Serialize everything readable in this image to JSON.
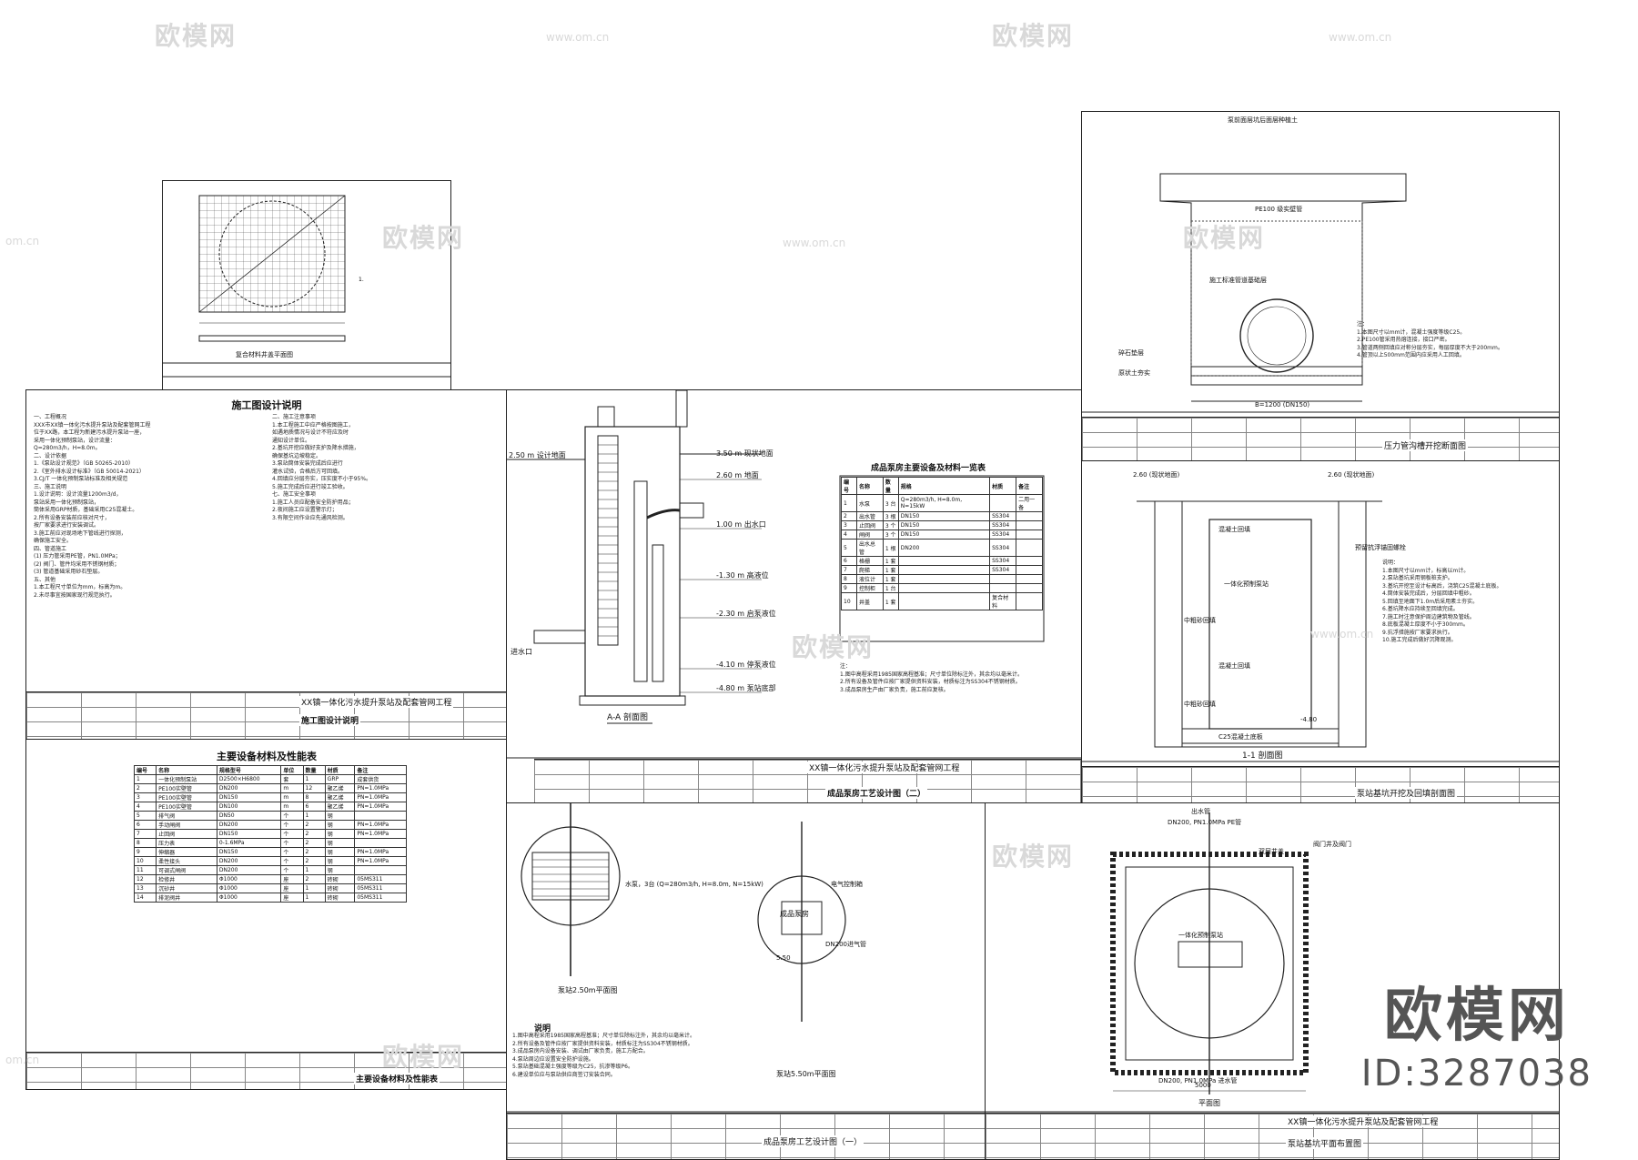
{
  "watermark": {
    "brand": "欧模网",
    "url": "www.om.cn",
    "url_short": "om.cn"
  },
  "logo": {
    "name": "欧模网",
    "id": "ID:3287038"
  },
  "sheet_cover_plate": {
    "label": "复合材料井盖平面图"
  },
  "sheet_design_notes": {
    "title": "施工图设计说明",
    "col1": "一、工程概况\nXXX市XX镇一体化污水提升泵站及配套管网工程\n位于XX路，本工程为新建污水提升泵站一座，\n采用一体化预制泵站，设计流量：\nQ=280m3/h，H=8.0m。\n二、设计依据\n1.《泵站设计规范》（GB 50265-2010）\n2.《室外排水设计标准》（GB 50014-2021）\n3.CJ/T 一体化预制泵站标准及相关规范\n三、施工说明\n1.设计说明：设计流量1200m3/d，\n泵站采用一体化预制泵站，\n筒体采用GRP材质，基础采用C25混凝土。\n2.所有设备安装前应核对尺寸，\n按厂家要求进行安装调试。\n3.施工前应对现场地下管线进行探测，\n确保施工安全。\n四、管道施工\n(1) 压力管采用PE管，PN1.0MPa；\n(2) 阀门、管件均采用不锈钢材质；\n(3) 管道基础采用砂石垫层。\n五、其他\n1.本工程尺寸单位为mm，标高为m。\n2.未尽事宜按国家现行规范执行。",
    "col2": "二、施工注意事项\n1.本工程施工中应严格按图施工，\n如遇地质情况与设计不符应及时\n通知设计单位。\n2.基坑开挖应做好支护及降水措施，\n确保基坑边坡稳定。\n3.泵站筒体安装完成后应进行\n灌水试验，合格后方可回填。\n4.回填应分层夯实，压实度不小于95%。\n5.施工完成后应进行竣工验收。\n七、施工安全事项\n1.施工人员应配备安全防护用品；\n2.夜间施工应设置警示灯；\n3.有限空间作业应先通风检测。",
    "title_block": {
      "project": "XX镇一体化污水提升泵站及配套管网工程",
      "drawing": "施工图设计说明"
    }
  },
  "sheet_materials": {
    "title": "主要设备材料及性能表",
    "columns": [
      "编号",
      "名称",
      "规格型号",
      "单位",
      "数量",
      "材质",
      "备注"
    ],
    "rows": [
      [
        "1",
        "一体化预制泵站",
        "D2500×H6800",
        "套",
        "1",
        "GRP",
        "成套供货"
      ],
      [
        "2",
        "PE100实壁管",
        "DN200",
        "m",
        "12",
        "聚乙烯",
        "PN=1.0MPa"
      ],
      [
        "3",
        "PE100实壁管",
        "DN150",
        "m",
        "8",
        "聚乙烯",
        "PN=1.0MPa"
      ],
      [
        "4",
        "PE100实壁管",
        "DN100",
        "m",
        "6",
        "聚乙烯",
        "PN=1.0MPa"
      ],
      [
        "5",
        "排气阀",
        "DN50",
        "个",
        "1",
        "钢",
        ""
      ],
      [
        "6",
        "手动闸阀",
        "DN200",
        "个",
        "2",
        "钢",
        "PN=1.0MPa"
      ],
      [
        "7",
        "止回阀",
        "DN150",
        "个",
        "2",
        "钢",
        "PN=1.0MPa"
      ],
      [
        "8",
        "压力表",
        "0-1.6MPa",
        "个",
        "2",
        "钢",
        ""
      ],
      [
        "9",
        "伸缩器",
        "DN150",
        "个",
        "2",
        "钢",
        "PN=1.0MPa"
      ],
      [
        "10",
        "柔性接头",
        "DN200",
        "个",
        "2",
        "钢",
        "PN=1.0MPa"
      ],
      [
        "11",
        "可调式闸阀",
        "DN200",
        "个",
        "1",
        "钢",
        ""
      ],
      [
        "12",
        "检修井",
        "Φ1000",
        "座",
        "2",
        "砖砌",
        "05MS311"
      ],
      [
        "13",
        "沉砂井",
        "Φ1000",
        "座",
        "1",
        "砖砌",
        "05MS311"
      ],
      [
        "14",
        "排泥阀井",
        "Φ1000",
        "座",
        "1",
        "砖砌",
        "05MS311"
      ]
    ],
    "title_block": {
      "drawing": "主要设备材料及性能表"
    }
  },
  "sheet_section": {
    "title": "A-A 剖面图",
    "elevations": [
      "3.50 m 现状地面",
      "2.50 m 设计地面",
      "2.60 m 地面",
      "1.00 m 出水口",
      "-1.30 m 高液位",
      "-2.30 m 启泵液位",
      "-4.10 m 停泵液位",
      "-4.80 m 泵站底部"
    ],
    "inlet_label": "进水口",
    "table_title": "成品泵房主要设备及材料一览表",
    "columns": [
      "编号",
      "名称",
      "数量",
      "规格",
      "材质",
      "备注"
    ],
    "rows": [
      [
        "1",
        "水泵",
        "3 台",
        "Q=280m3/h, H=8.0m, N=15kW",
        "",
        "二用一备"
      ],
      [
        "2",
        "出水管",
        "3 根",
        "DN150",
        "SS304",
        ""
      ],
      [
        "3",
        "止回阀",
        "3 个",
        "DN150",
        "SS304",
        ""
      ],
      [
        "4",
        "闸阀",
        "3 个",
        "DN150",
        "SS304",
        ""
      ],
      [
        "5",
        "出水总管",
        "1 根",
        "DN200",
        "SS304",
        ""
      ],
      [
        "6",
        "格栅",
        "1 套",
        "",
        "SS304",
        ""
      ],
      [
        "7",
        "爬梯",
        "1 套",
        "",
        "SS304",
        ""
      ],
      [
        "8",
        "液位计",
        "1 套",
        "",
        "",
        ""
      ],
      [
        "9",
        "控制柜",
        "1 台",
        "",
        "",
        ""
      ],
      [
        "10",
        "井盖",
        "1 套",
        "",
        "复合材料",
        ""
      ]
    ],
    "notes": "注：\n1.图中高程采用1985国家高程基准；尺寸单位除标注外，其余均以毫米计。\n2.所有设备及管件应按厂家提供资料安装，材质标注为SS304不锈钢材质。\n3.成品泵房生产由厂家负责，施工前应复核。",
    "title_block": {
      "project": "XX镇一体化污水提升泵站及配套管网工程",
      "drawing": "成品泵房工艺设计图（二）"
    }
  },
  "sheet_pipe_detail": {
    "labels": [
      "泵前面层坑后面层种植土",
      "PE100 级实壁管",
      "施工标准管道基础层",
      "碎石垫层",
      "原状土夯实"
    ],
    "dimension": "B=1200 (DN150)",
    "notes": "注：\n1.本图尺寸以mm计，混凝土强度等级C25。\n2.PE100管采用热熔连接，接口严密。\n3.管道两侧回填应对称分层夯实，每层厚度不大于200mm。\n4.管顶以上500mm范围内应采用人工回填。",
    "title_block": {
      "drawing": "压力管沟槽开挖断面图"
    }
  },
  "sheet_well_section": {
    "title": "1-1 剖面图",
    "top_elevations": [
      "2.60 (现状地面)",
      "2.60 (现状地面)"
    ],
    "labels": [
      "一体化预制泵站",
      "混凝土回填",
      "中粗砂回填",
      "混凝土回填",
      "中粗砂回填",
      "C25混凝土底板"
    ],
    "anchor_note": "预留抗浮锚固螺栓",
    "bottom_elevation": "-4.80",
    "notes": "说明：\n1.本图尺寸以mm计，标高以m计。\n2.泵站基坑采用钢板桩支护。\n3.基坑开挖至设计标高后，浇筑C25混凝土底板。\n4.筒体安装完成后，分层回填中粗砂。\n5.回填至地面下1.0m后采用素土夯实。\n6.基坑降水应持续至回填完成。\n7.施工时注意保护周边建筑物及管线。\n8.底板混凝土厚度不小于300mm。\n9.抗浮措施按厂家要求执行。\n10.施工完成后做好沉降观测。",
    "title_block": {
      "drawing": "泵站基坑开挖及回填剖面图"
    }
  },
  "sheet_plan_left": {
    "plan_title": "泵站2.50m平面图",
    "plan_title2": "泵站5.50m平面图",
    "labels": [
      "水泵，3台 (Q=280m3/h, H=8.0m, N=15kW)",
      "成品泵房",
      "电气控制箱",
      "DN200进气管",
      "5.50"
    ],
    "notes_title": "说明",
    "notes": "1.图中高程采用1985国家高程基准；尺寸单位除标注外，其余均以毫米计。\n2.所有设备及管件应按厂家提供资料安装，材质标注为SS304不锈钢材质。\n3.成品泵房内设备安装、调试由厂家负责，施工方配合。\n4.泵站周边应设置安全防护设施。\n5.泵站基础混凝土强度等级为C25，抗渗等级P6。\n6.建设单位应与泵站供应商签订安装合同。",
    "title_block": {
      "drawing": "成品泵房工艺设计图（一）"
    }
  },
  "sheet_plan_right": {
    "labels": [
      "出水管",
      "DN200, PN1.0MPa PE管",
      "双层井盖",
      "一体化预制泵站",
      "阀门井及阀门",
      "DN200, PN1.0MPa 进水管"
    ],
    "plan_title": "平面图",
    "dimension": "5000",
    "title_block": {
      "project": "XX镇一体化污水提升泵站及配套管网工程",
      "drawing": "泵站基坑平面布置图"
    }
  }
}
